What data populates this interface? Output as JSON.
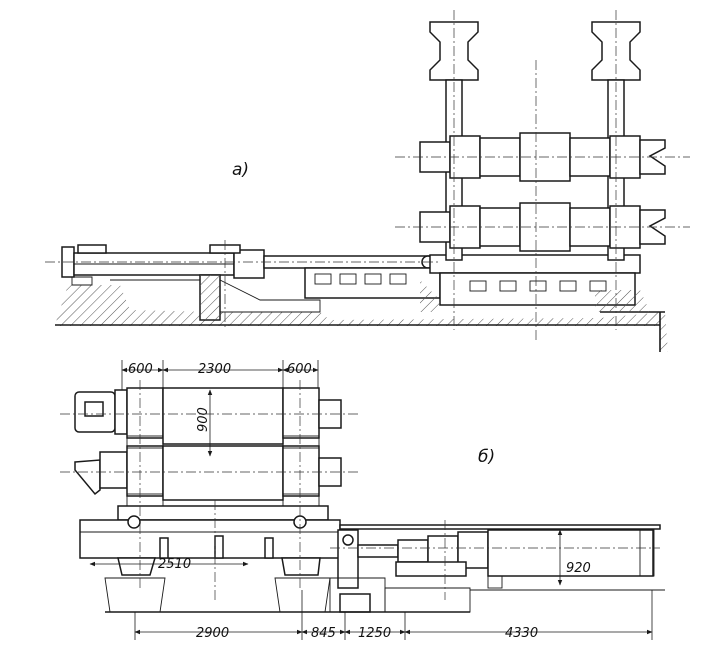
{
  "views": {
    "top_label": "а)",
    "bottom_label": "б)"
  },
  "dimensions": {
    "d600_left": "600",
    "d2300": "2300",
    "d600_right": "600",
    "d900": "900",
    "d2510": "2510",
    "d920": "920",
    "d2900": "2900",
    "d845": "845",
    "d1250": "1250",
    "d4330": "4330"
  },
  "colors": {
    "ink": "#1a1a1a",
    "hatch": "#555555",
    "paper": "#ffffff"
  }
}
